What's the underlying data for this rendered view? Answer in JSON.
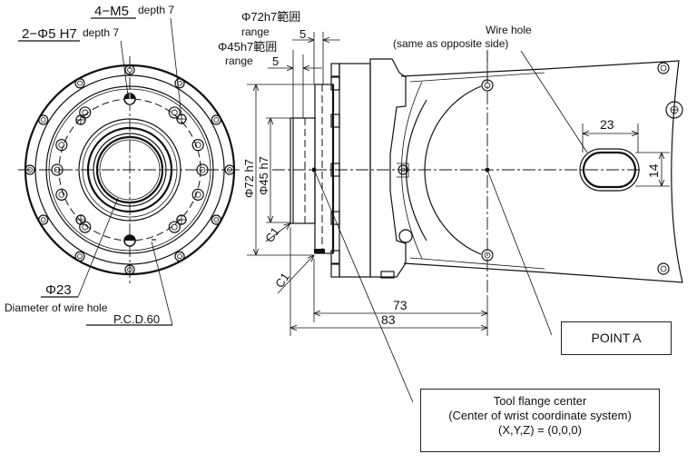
{
  "drawing": {
    "title": "Tool flange / wrist dimension drawing",
    "front_view": {
      "tap_label": "4−M5",
      "tap_depth": "depth 7",
      "pin_label": "2−Φ5 H7",
      "pin_depth": "depth 7",
      "wire_hole_dia": "Φ23",
      "wire_hole_caption": "Diameter of wire hole",
      "pcd": "P.C.D.60"
    },
    "side_view": {
      "dia72_range_jp": "Φ72h7範囲",
      "dia72_range_en": "range",
      "dia45_range_jp": "Φ45h7範囲",
      "dia45_range_en": "range",
      "dim_5_upper": "5",
      "dim_5_lower": "5",
      "dia72": "Φ72 h7",
      "dia45": "Φ45 h7",
      "chamfer_1": "C1",
      "chamfer_2": "C1",
      "dim_73": "73",
      "dim_83": "83"
    },
    "arm": {
      "wire_hole_title": "Wire hole",
      "wire_hole_note": "(same as opposite side)",
      "slot_width": "23",
      "slot_height": "14"
    },
    "callouts": {
      "point_a": "POINT A",
      "tool_flange_line1": "Tool flange center",
      "tool_flange_line2": "(Center of wrist coordinate system)",
      "tool_flange_line3": "(X,Y,Z) = (0,0,0)"
    }
  }
}
